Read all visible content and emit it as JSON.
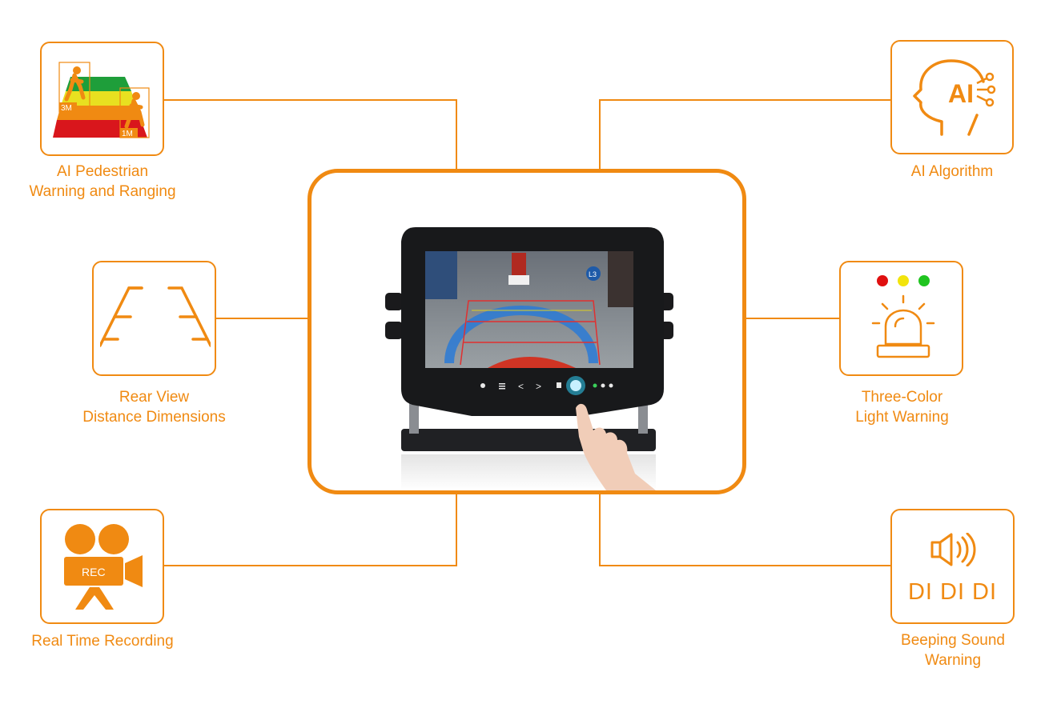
{
  "features": [
    {
      "id": "pedestrian",
      "lines": [
        "AI Pedestrian",
        "Warning and Ranging"
      ],
      "icon": "pedestrian-distance-zones-icon",
      "zone_labels": [
        "3M",
        "1M"
      ]
    },
    {
      "id": "algorithm",
      "lines": [
        "AI Algorithm"
      ],
      "icon": "ai-head-icon",
      "icon_text": "AI"
    },
    {
      "id": "rearview",
      "lines": [
        "Rear View",
        "Distance Dimensions"
      ],
      "icon": "parking-guideline-icon"
    },
    {
      "id": "lightwarning",
      "lines": [
        "Three-Color",
        "Light Warning"
      ],
      "icon": "warning-beacon-icon"
    },
    {
      "id": "recording",
      "lines": [
        "Real Time Recording"
      ],
      "icon": "video-camera-icon",
      "icon_text": "REC"
    },
    {
      "id": "beeping",
      "lines": [
        "Beeping Sound",
        "Warning"
      ],
      "icon": "speaker-icon",
      "icon_text": "DI DI DI"
    }
  ],
  "monitor": {
    "screen_tag": "L3",
    "buttons": [
      "power-icon",
      "menu-icon",
      "chevron-left-icon",
      "chevron-right-icon",
      "source-icon",
      "touch-button-icon"
    ]
  },
  "colors": {
    "accent": "#f08a12",
    "zone_green": "#1e9e3a",
    "zone_yellow": "#e8e020",
    "zone_orange": "#f08a12",
    "zone_red": "#d9161c",
    "light_red": "#e01010",
    "light_yellow": "#f2e40c",
    "light_green": "#1fc41f"
  }
}
